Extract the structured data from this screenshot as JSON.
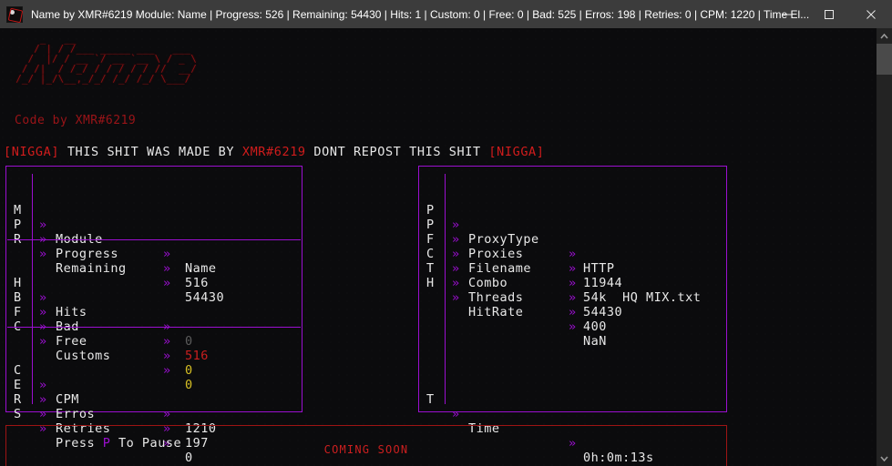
{
  "window": {
    "title": "Name by XMR#6219  Module: Name | Progress: 526 | Remaining: 54430 | Hits: 1 | Custom: 0 | Free: 0 | Bad: 525 | Erros: 198 | Retries: 0 | CPM: 1220 | Time El...",
    "icon": "app-icon",
    "controls": {
      "minimize": "minimize-icon",
      "maximize": "maximize-icon",
      "close": "close-icon"
    }
  },
  "colors": {
    "accent_purple": "#9b0fd0",
    "accent_red": "#cc1f1f",
    "logo_red": "#8e0f12",
    "value_yellow": "#d7c024",
    "value_dim": "#5c5c5c",
    "background": "#0b0b0d",
    "titlebar": "#3c3c3c"
  },
  "logo": {
    "ascii": "      _   __\n     / | / /___ _____ ___   ___\n    /  |/ / __ `/ __ `__ \\ / _ \\\n   / /|  / /_/ / / / / / //  __/\n  /_/ |_/\\__,_/_/ /_/ /_/ \\___/",
    "code_by": "Code by XMR#6219"
  },
  "banner": {
    "tag_open": "[NIGGA]",
    "text_before": " THIS SHIT WAS MADE BY ",
    "user": "XMR#6219",
    "text_after": " DONT REPOST THIS SHIT ",
    "tag_close": "[NIGGA]"
  },
  "left_panel": {
    "groups": [
      {
        "rows": [
          {
            "key": "M",
            "arrow": "»",
            "label": "Module",
            "arrow2": "»",
            "value": "Name",
            "value_style": "v-white"
          },
          {
            "key": "P",
            "arrow": "»",
            "label": "Progress",
            "arrow2": "»",
            "value": "516",
            "value_style": "v-white"
          },
          {
            "key": "R",
            "arrow": "»",
            "label": "Remaining",
            "arrow2": "»",
            "value": "54430",
            "value_style": "v-white"
          }
        ]
      },
      {
        "rows": [
          {
            "key": "H",
            "arrow": "»",
            "label": "Hits",
            "arrow2": "»",
            "value": "0",
            "value_style": "v-dim"
          },
          {
            "key": "B",
            "arrow": "»",
            "label": "Bad",
            "arrow2": "»",
            "value": "516",
            "value_style": "v-red"
          },
          {
            "key": "F",
            "arrow": "»",
            "label": "Free",
            "arrow2": "»",
            "value": "0",
            "value_style": "v-yellow"
          },
          {
            "key": "C",
            "arrow": "»",
            "label": "Customs",
            "arrow2": "»",
            "value": "0",
            "value_style": "v-yellow"
          }
        ]
      },
      {
        "rows": [
          {
            "key": "C",
            "arrow": "»",
            "label": "CPM",
            "arrow2": "»",
            "value": "1210",
            "value_style": "v-white"
          },
          {
            "key": "E",
            "arrow": "»",
            "label": "Erros",
            "arrow2": "»",
            "value": "197",
            "value_style": "v-white"
          },
          {
            "key": "R",
            "arrow": "»",
            "label": "Retries",
            "arrow2": "»",
            "value": "0",
            "value_style": "v-white"
          }
        ],
        "pause_row": {
          "key": "S",
          "arrow": "»",
          "text_before": "Press ",
          "hotkey": "P",
          "text_after": " To Pause"
        }
      }
    ]
  },
  "right_panel": {
    "rows": [
      {
        "key": "P",
        "arrow": "»",
        "label": "ProxyType",
        "arrow2": "»",
        "value": "HTTP"
      },
      {
        "key": "P",
        "arrow": "»",
        "label": "Proxies",
        "arrow2": "»",
        "value": "11944"
      },
      {
        "key": "F",
        "arrow": "»",
        "label": "Filename",
        "arrow2": "»",
        "value": "54k  HQ MIX.txt"
      },
      {
        "key": "C",
        "arrow": "»",
        "label": "Combo",
        "arrow2": "»",
        "value": "54430"
      },
      {
        "key": "T",
        "arrow": "»",
        "label": "Threads",
        "arrow2": "»",
        "value": "400"
      },
      {
        "key": "H",
        "arrow": "»",
        "label": "HitRate",
        "arrow2": "»",
        "value": "NaN"
      }
    ],
    "time_row": {
      "key": "T",
      "arrow": "»",
      "label": "Time",
      "arrow2": "»",
      "value": "0h:0m:13s"
    }
  },
  "bottom_panel": {
    "text": "COMING SOON"
  },
  "scrollbar": {
    "up_arrow": "chevron-up-icon",
    "down_arrow": "chevron-down-icon"
  }
}
